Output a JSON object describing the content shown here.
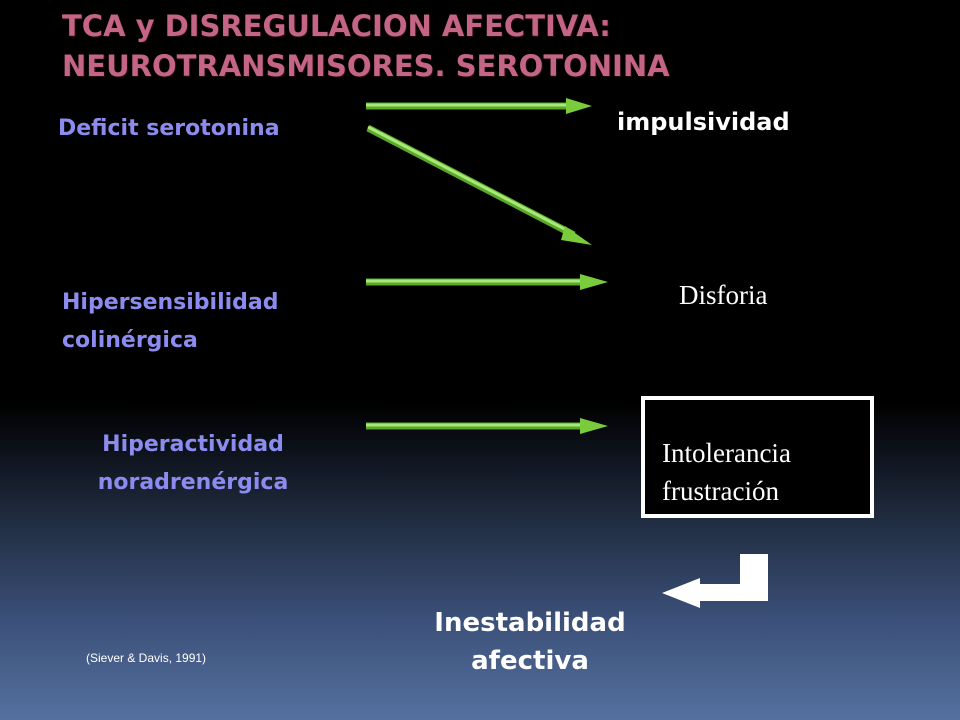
{
  "title": {
    "line1": "TCA y DISREGULACION AFECTIVA:",
    "line2": "NEUROTRANSMISORES. SEROTONINA"
  },
  "causes": {
    "serotonin": "Deficit serotonina",
    "cholinergic_line1": "Hipersensibilidad",
    "cholinergic_line2": "colinérgica",
    "noradrenergic_line1": "Hiperactividad",
    "noradrenergic_line2": "noradrenérgica"
  },
  "effects": {
    "impulsivity": "impulsividad",
    "dysphoria": "Disforia",
    "intolerance_line1": "Intolerancia",
    "intolerance_line2": "frustración"
  },
  "result": {
    "line1": "Inestabilidad",
    "line2": "afectiva"
  },
  "citation": "(Siever & Davis, 1991)",
  "colors": {
    "title": "#c46585",
    "cause_text": "#8c8cf0",
    "arrow_green": "#7acc3c",
    "background_top": "#000000",
    "background_bottom": "#5570a0"
  }
}
